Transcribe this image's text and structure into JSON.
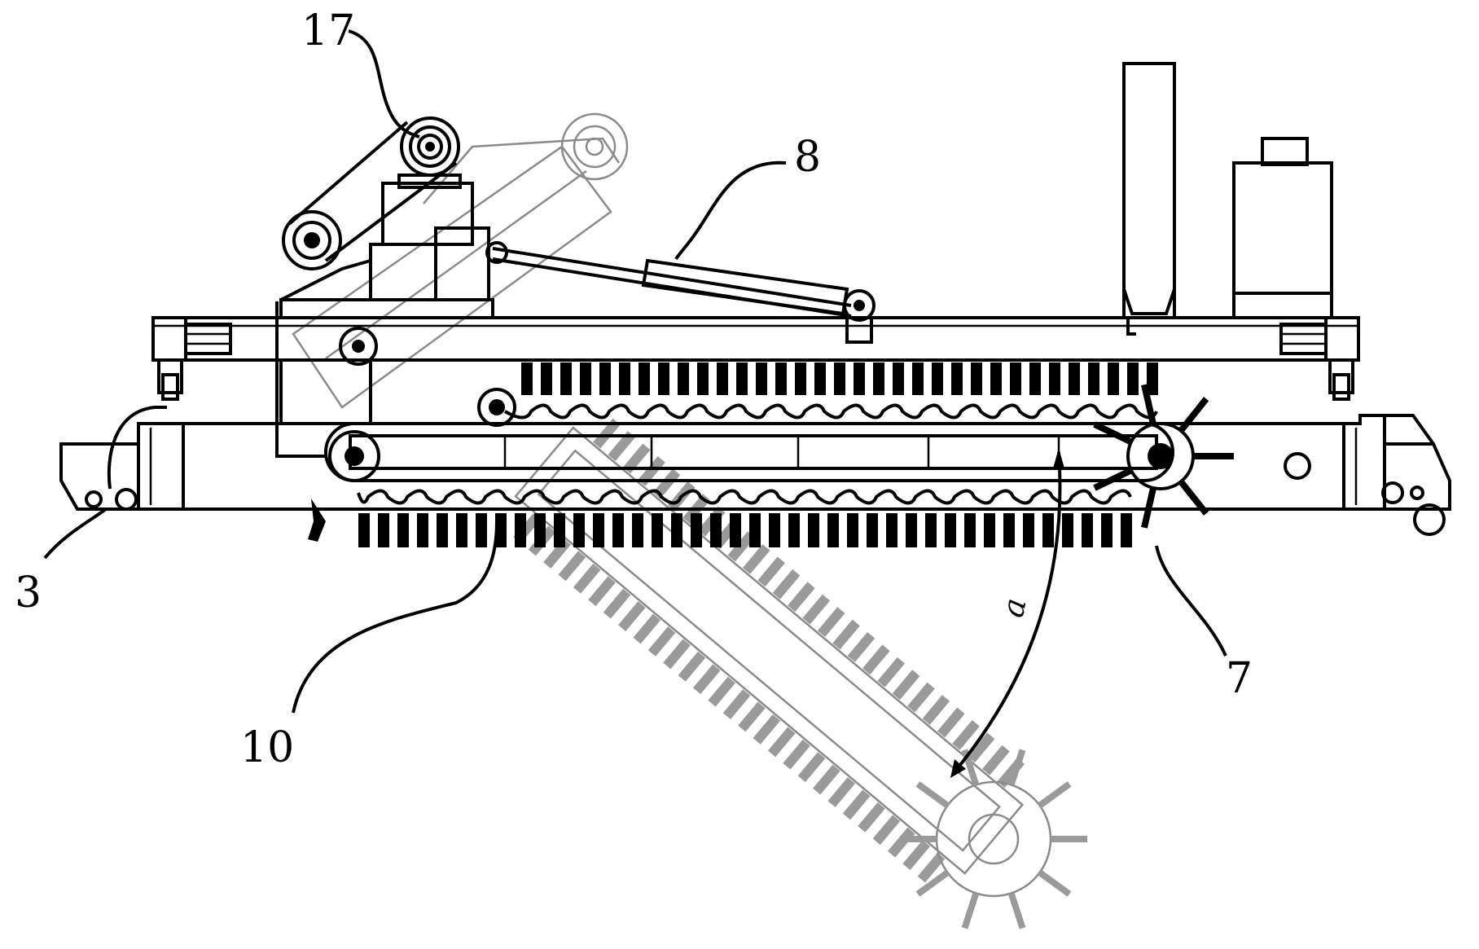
{
  "labels": {
    "part_17": "17",
    "part_8": "8",
    "part_3": "3",
    "part_10": "10",
    "part_7": "7",
    "angle": "a"
  },
  "colors": {
    "line": "#000000",
    "ghost": "#8a8a8a",
    "background": "#ffffff"
  }
}
